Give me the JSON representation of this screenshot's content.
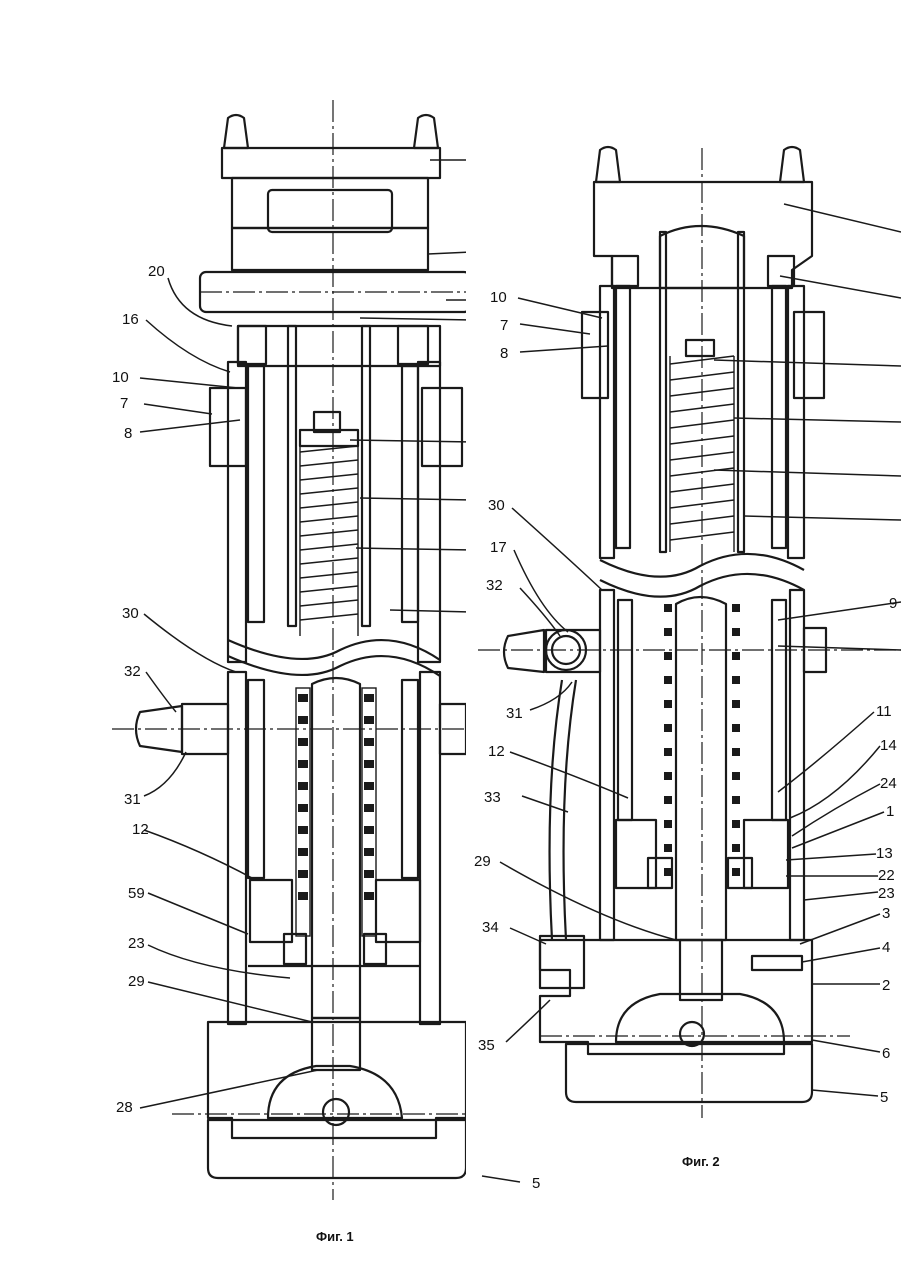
{
  "figure1": {
    "caption": "Фиг. 1",
    "labels": [
      "20",
      "16",
      "10",
      "7",
      "8",
      "30",
      "32",
      "31",
      "12",
      "59",
      "23",
      "29",
      "28",
      "5"
    ]
  },
  "figure2": {
    "caption": "Фиг. 2",
    "labels": [
      "10",
      "7",
      "8",
      "30",
      "17",
      "32",
      "31",
      "12",
      "33",
      "29",
      "34",
      "35",
      "11",
      "14",
      "24",
      "1",
      "13",
      "22",
      "23",
      "3",
      "4",
      "2",
      "6",
      "5",
      "9"
    ]
  }
}
